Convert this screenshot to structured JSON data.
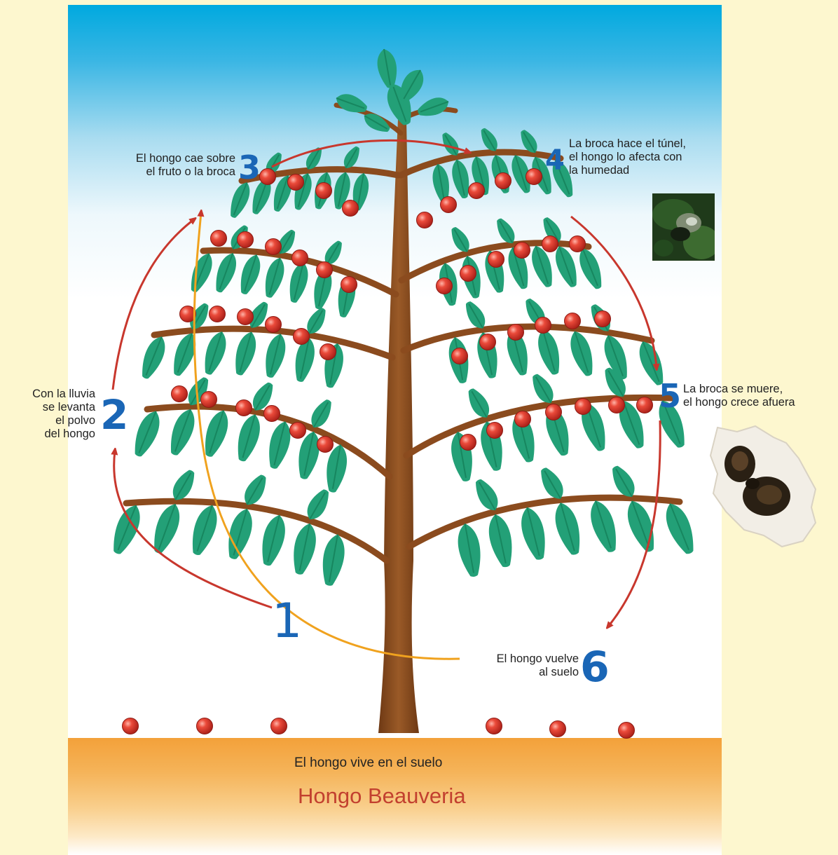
{
  "title": "Hongo Beauveria",
  "soil_caption": "El hongo vive en el suelo",
  "steps": [
    {
      "number": "1",
      "lines": []
    },
    {
      "number": "2",
      "lines": [
        "Con la lluvia",
        "se  levanta",
        "el polvo",
        "del hongo"
      ]
    },
    {
      "number": "3",
      "lines": [
        "El hongo cae sobre",
        "el fruto o la broca"
      ]
    },
    {
      "number": "4",
      "lines": [
        "La broca hace el túnel,",
        "el hongo lo afecta con",
        "la humedad"
      ]
    },
    {
      "number": "5",
      "lines": [
        "La broca se muere,",
        "el hongo crece afuera"
      ]
    },
    {
      "number": "6",
      "lines": [
        "El hongo vuelve",
        "al suelo"
      ]
    }
  ],
  "colors": {
    "arrow_red": "#c8372d",
    "arrow_orange": "#f0a21e",
    "number_blue": "#1a66b6",
    "title_red": "#c2402f",
    "leaf": "#23a077",
    "trunk": "#8b4b1e",
    "fruit": "#e0362a",
    "page_bg": "#fdf7cf",
    "sky_top": "#00a9df",
    "soil": "#f3a13a"
  }
}
